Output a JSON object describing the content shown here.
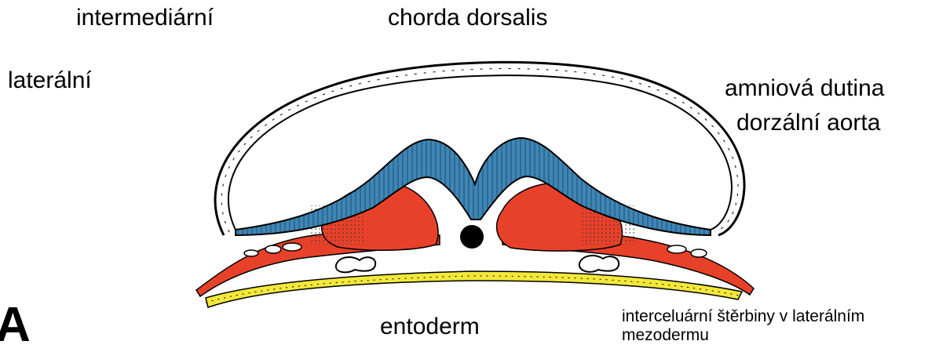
{
  "labels": {
    "top_left": "intermediární",
    "top_center": "chorda dorsalis",
    "left": "laterální",
    "right_1": "amniová dutina",
    "right_2": "dorzální aorta",
    "bottom_center": "entoderm",
    "bottom_right_1": "interceluární štěrbiny v laterálním",
    "bottom_right_2": "mezodermu",
    "panel_letter": "A"
  },
  "colors": {
    "ectoderm_neural": "#3f86b4",
    "mesoderm": "#e8412a",
    "entoderm": "#f2e83a",
    "outline": "#000000",
    "background": "#ffffff"
  }
}
